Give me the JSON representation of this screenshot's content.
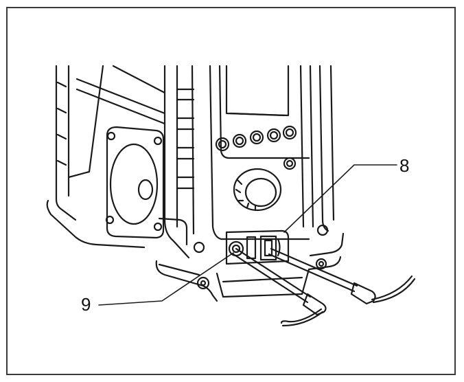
{
  "callouts": {
    "eight": "8",
    "nine": "9"
  },
  "colors": {
    "line": "#1a1a1a",
    "frame": "#3a3a3a",
    "background": "#ffffff"
  },
  "icons": {
    "device": "jobsite-radio-illustration",
    "cable": "dc-plug-cable-icon"
  }
}
